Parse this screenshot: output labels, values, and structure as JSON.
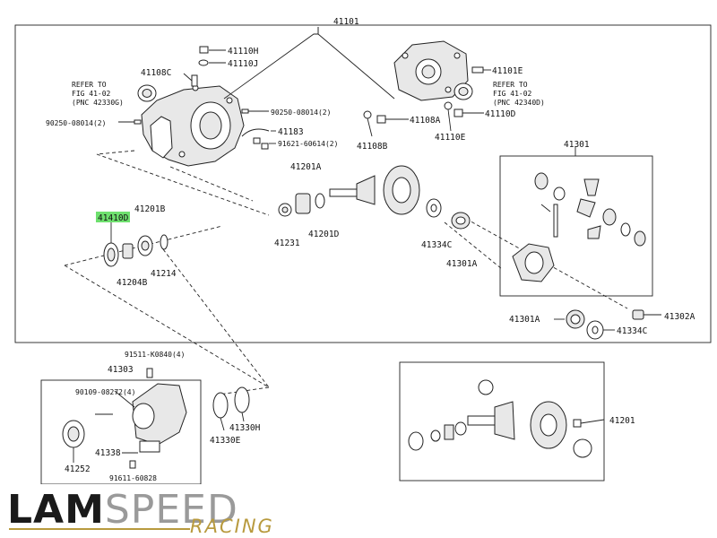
{
  "diagram": {
    "labels": {
      "p41101": "41101",
      "p41110H": "41110H",
      "p41110J": "41110J",
      "p41108C": "41108C",
      "p41101E": "41101E",
      "refer_left_1": "REFER TO",
      "refer_left_2": "FIG 41-02",
      "refer_left_3": "(PNC 42330G)",
      "refer_right_1": "REFER TO",
      "refer_right_2": "FIG 41-02",
      "refer_right_3": "(PNC 42340D)",
      "p90250_left": "90250-08014(2)",
      "p90250_mid": "90250-08014(2)",
      "p41108A": "41108A",
      "p41110D": "41110D",
      "p41183": "41183",
      "p91621": "91621-60614(2)",
      "p41108B": "41108B",
      "p41110E": "41110E",
      "p41301": "41301",
      "p41201A": "41201A",
      "p41410D": "41410D",
      "p41201B": "41201B",
      "p41231": "41231",
      "p41201D": "41201D",
      "p41334C_top": "41334C",
      "p41301A_top": "41301A",
      "p41204B": "41204B",
      "p41214": "41214",
      "p41301A_bot": "41301A",
      "p41302A": "41302A",
      "p41334C_bot": "41334C",
      "p91511": "91511-K0840(4)",
      "p41303": "41303",
      "p90109": "90109-08272(4)",
      "p41330H": "41330H",
      "p41330E": "41330E",
      "p41201": "41201",
      "p41252": "41252",
      "p41338": "41338",
      "p91611": "91611-60828"
    },
    "highlighted_part": "41410D",
    "highlight_color": "#6ee06e"
  },
  "brand": {
    "name_dark": "LAM",
    "name_light": "SPEED",
    "sub": "RACING",
    "dark_color": "#1a1a1a",
    "light_color": "#9a9a9a",
    "accent_color": "#b89a3e"
  }
}
